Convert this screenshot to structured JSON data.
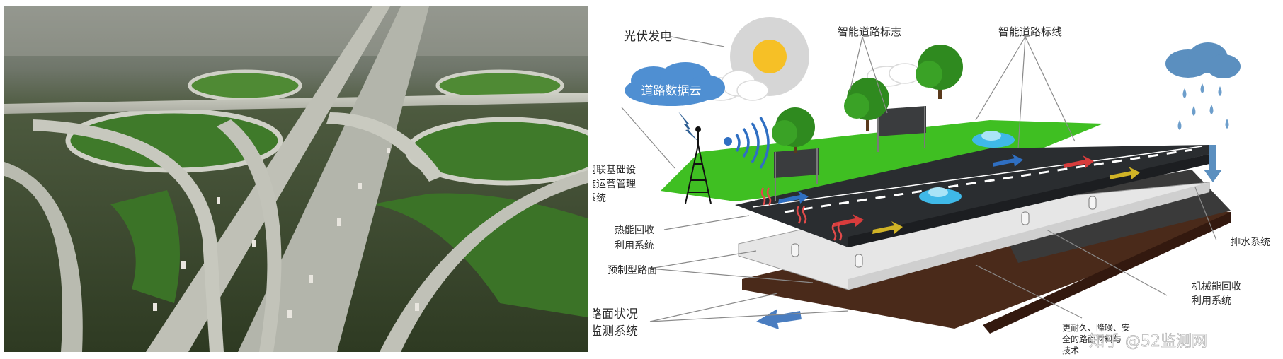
{
  "labels": {
    "pv": "光伏发电",
    "cloud": "道路数据云",
    "signs": "智能道路标志",
    "markings": "智能道路标线",
    "network": [
      "网联基础设",
      "施运营管理",
      "系统"
    ],
    "heat": [
      "热能回收",
      "利用系统"
    ],
    "drainage": "排水系统",
    "prefab": "预制型路面",
    "mechanical": [
      "机械能回收",
      "利用系统"
    ],
    "monitor": [
      "路面状况",
      "监测系统"
    ],
    "durable": [
      "更耐久、降噪、安",
      "全的路面材料与",
      "技术"
    ]
  },
  "watermark": "知乎 @52监测网",
  "colors": {
    "grass": "#3fbf22",
    "asphalt": "#2a2d30",
    "sun": "#f6c026",
    "cloud_blue": "#4f8fd2",
    "rain": "#5b8fbf"
  }
}
